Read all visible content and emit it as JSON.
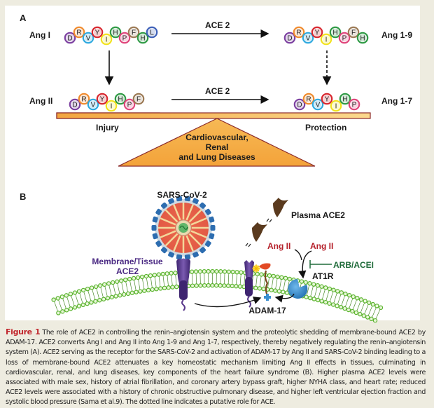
{
  "panel_a": {
    "label": "A",
    "peptides": {
      "ang1": {
        "name": "Ang I",
        "residues": [
          "D",
          "R",
          "V",
          "Y",
          "I",
          "H",
          "P",
          "F",
          "H",
          "L"
        ]
      },
      "ang19": {
        "name": "Ang 1-9",
        "residues": [
          "D",
          "R",
          "V",
          "Y",
          "I",
          "H",
          "P",
          "F",
          "H"
        ]
      },
      "ang2": {
        "name": "Ang II",
        "residues": [
          "D",
          "R",
          "V",
          "Y",
          "I",
          "H",
          "P",
          "F"
        ]
      },
      "ang17": {
        "name": "Ang 1-7",
        "residues": [
          "D",
          "R",
          "V",
          "Y",
          "I",
          "H",
          "P"
        ]
      }
    },
    "arrow_top_label": "ACE 2",
    "arrow_mid_label": "ACE 2",
    "injury_label": "Injury",
    "protection_label": "Protection",
    "disease_line1": "Cardiovascular,",
    "disease_line2": "Renal",
    "disease_line3": "and Lung Diseases",
    "residue_colors": {
      "D": "#7b3fa0",
      "R": "#f08a2c",
      "V": "#2ea9df",
      "Y": "#d8262e",
      "I": "#f2e21c",
      "H": "#2f9a45",
      "P": "#e0457b",
      "F": "#9c7a55",
      "L": "#3c5fb8"
    }
  },
  "panel_b": {
    "label": "B",
    "virus_label": "SARS-CoV-2",
    "membrane_ace2_line1": "Membrane/Tissue",
    "membrane_ace2_line2": "ACE2",
    "plasma_ace2_label": "Plasma ACE2",
    "angii_left": "Ang II",
    "angii_right": "Ang II",
    "arb_label": "ARB/ACEI",
    "at1r_label": "AT1R",
    "adam17_label": "ADAM-17",
    "colors": {
      "ang_text": "#b5202a",
      "arb_text": "#1f6b3a",
      "ace2_purple": "#5b3a8c",
      "membrane_green": "#6bbf3a",
      "at1r_blue": "#3a8fd0",
      "plasma_brown": "#5a3a1e"
    }
  },
  "caption": {
    "figure_label": "Figure 1",
    "text": "The role of ACE2 in controlling the renin–angiotensin system and the proteolytic shedding of membrane-bound ACE2 by ADAM-17. ACE2 converts Ang I and Ang II into Ang 1-9 and Ang 1-7, respectively, thereby negatively regulating the renin–angiotensin system (A). ACE2 serving as the receptor for the SARS-CoV-2 and activation of ADAM-17 by Ang II and SARS-CoV-2 binding leading to a loss of membrane-bound ACE2 attenuates a key homeostatic mechanism limiting Ang II effects in tissues, culminating in cardiovascular, renal, and lung diseases, key components of the heart failure syndrome (B). Higher plasma ACE2 levels were associated with male sex, history of atrial fibrillation, and coronary artery bypass graft, higher NYHA class, and heart rate; reduced ACE2 levels were associated with a history of chronic obstructive pulmonary disease, and higher left ventricular ejection fraction and systolic blood pressure (Sama et al.9). The dotted line indicates a putative role for ACE."
  }
}
